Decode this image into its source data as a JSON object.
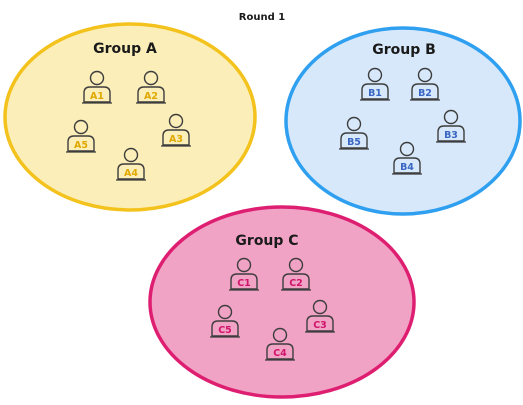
{
  "round_title": "Round 1",
  "groups": [
    {
      "title": "Group A",
      "fill": "#fbeeb8",
      "stroke": "#f4c21c",
      "label_color": "#e0a800",
      "members": [
        "A1",
        "A2",
        "A3",
        "A4",
        "A5"
      ]
    },
    {
      "title": "Group B",
      "fill": "#d6e8fa",
      "stroke": "#2f9ff0",
      "label_color": "#3a66c4",
      "members": [
        "B1",
        "B2",
        "B3",
        "B4",
        "B5"
      ]
    },
    {
      "title": "Group C",
      "fill": "#f1a3c6",
      "stroke": "#de1f71",
      "label_color": "#d0156a",
      "members": [
        "C1",
        "C2",
        "C3",
        "C4",
        "C5"
      ]
    }
  ]
}
